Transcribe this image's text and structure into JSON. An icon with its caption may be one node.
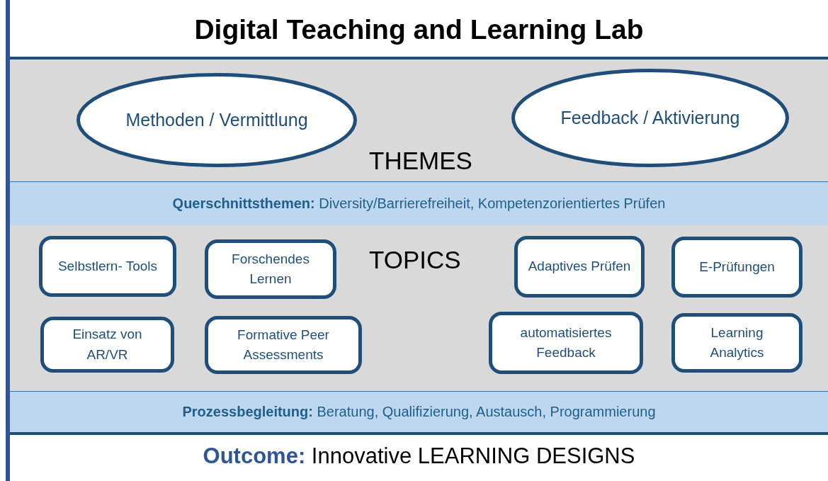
{
  "diagram": {
    "title": "Digital Teaching and Learning Lab",
    "nodes": [
      {
        "text": [
          "THEMES"
        ]
      },
      {
        "text": [
          "Methoden / Vermittlung"
        ],
        "in": 0
      },
      {
        "text": [
          "Feedback / Aktivierung"
        ],
        "in": 0
      },
      {
        "text": [
          "**Querschnittsthemen:** Diversity/Barrierefreiheit, Kompetenzorientiertes Prüfen"
        ]
      },
      {
        "text": [
          "TOPICS"
        ]
      },
      {
        "text": [
          "Selbstlern- Tools"
        ],
        "in": 4
      },
      {
        "text": [
          "Forschendes Lernen"
        ],
        "in": 4
      },
      {
        "text": [
          "Adaptives Prüfen"
        ],
        "in": 4
      },
      {
        "text": [
          "E-Prüfungen"
        ],
        "in": 4
      },
      {
        "text": [
          "Einsatz von AR/VR"
        ],
        "in": 4
      },
      {
        "text": [
          "Formative Peer Assessments"
        ],
        "in": 4
      },
      {
        "text": [
          "automatisiertes Feedback"
        ],
        "in": 4
      },
      {
        "text": [
          "Learning Analytics"
        ],
        "in": 4
      },
      {
        "text": [
          "**Prozessbegleitung:** Beratung, Qualifizierung, Austausch, Programmierung"
        ]
      }
    ],
    "labels": [
      "**Outcome:** Innovative LEARNING DESIGNS"
    ]
  }
}
